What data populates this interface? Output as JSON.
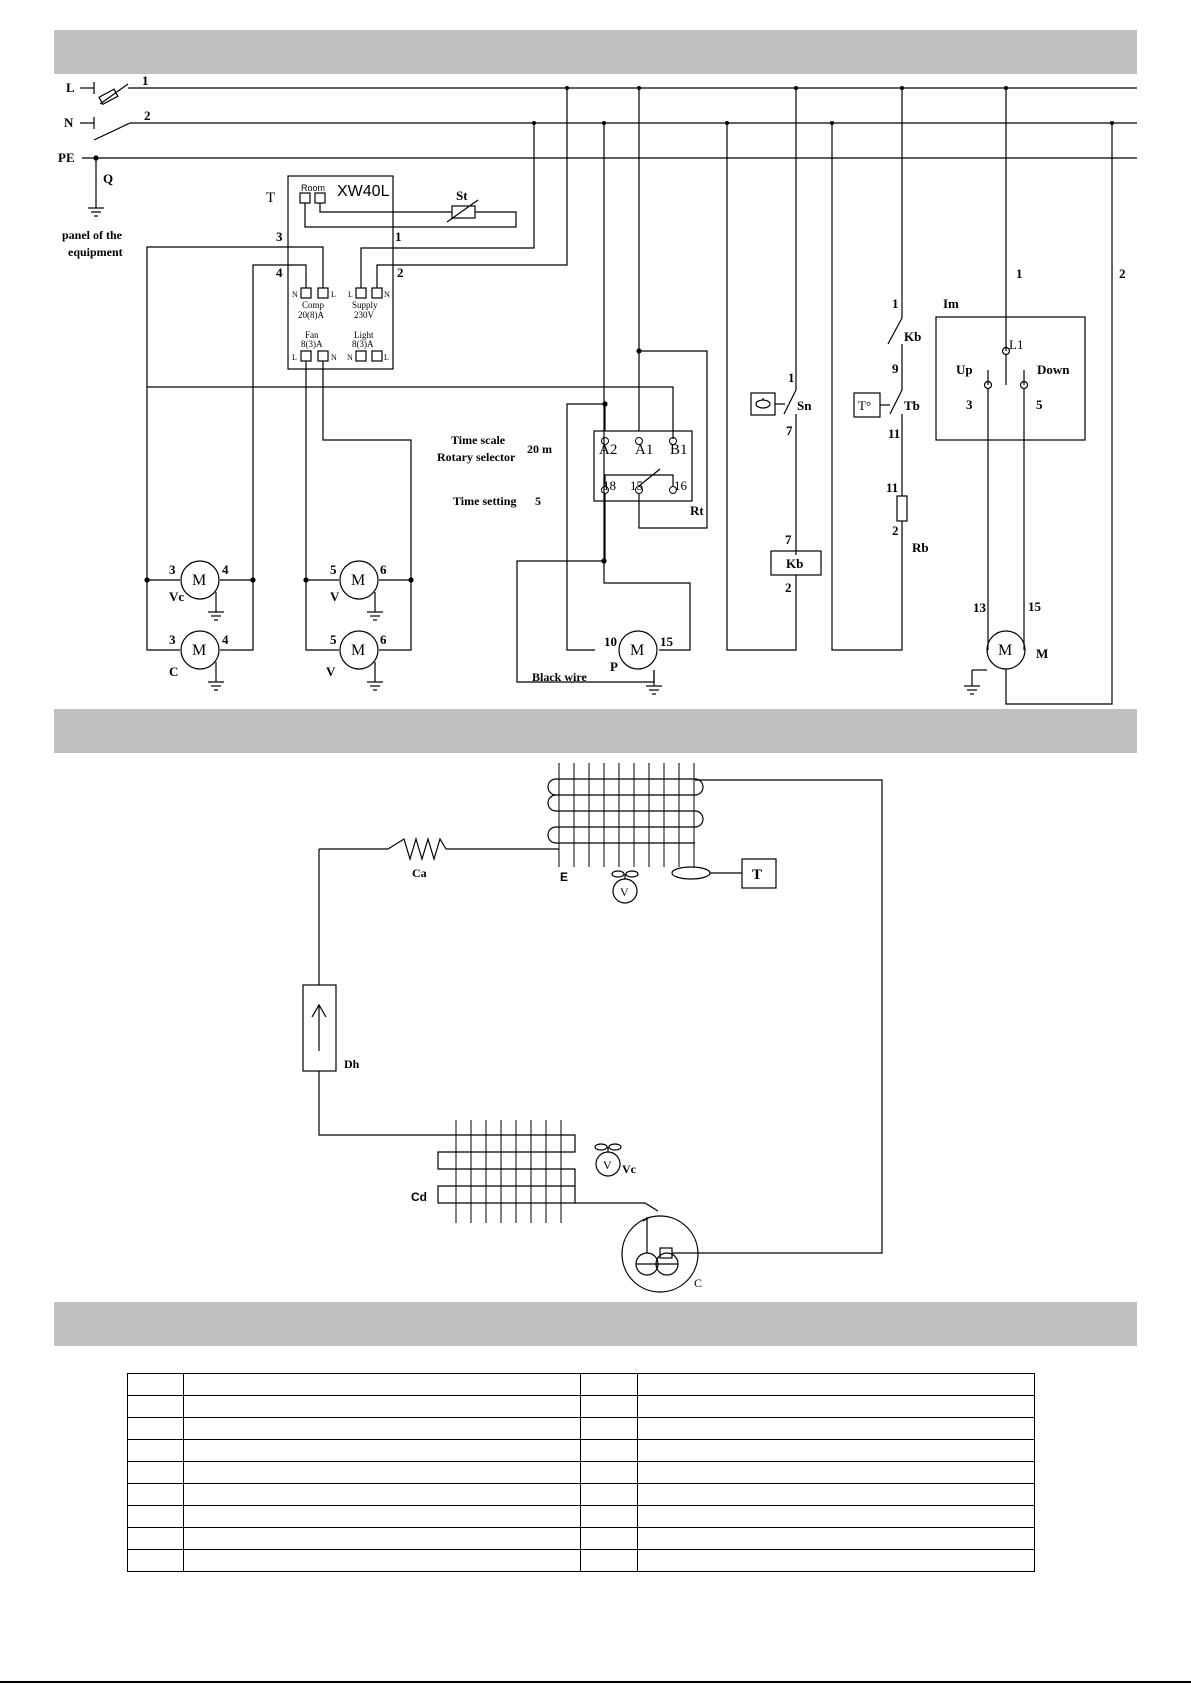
{
  "wiring": {
    "lines": {
      "l": "L",
      "n": "N",
      "pe": "PE",
      "wire1": "1",
      "wire2": "2"
    },
    "q": {
      "label": "Q",
      "panel_line1": "panel of the",
      "panel_line2": "equipment"
    },
    "controller": {
      "ref": "T",
      "model": "XW40L",
      "room": "Room",
      "st": "St",
      "n3": "3",
      "n4": "4",
      "n1": "1",
      "n2": "2",
      "comp": "Comp",
      "comp_rating": "20(8)A",
      "supply": "Supply",
      "supply_rating": "230V",
      "fan": "Fan",
      "fan_rating": "8(3)A",
      "light": "Light",
      "light_rating": "8(3)A",
      "pin_n": "N",
      "pin_l": "L"
    },
    "motors": {
      "m": "M",
      "vc": {
        "label": "Vc",
        "t1": "3",
        "t2": "4"
      },
      "c": {
        "label": "C",
        "t1": "3",
        "t2": "4"
      },
      "v1": {
        "label": "V",
        "t1": "5",
        "t2": "6"
      },
      "v2": {
        "label": "V",
        "t1": "5",
        "t2": "6"
      },
      "p": {
        "label": "P",
        "t1": "10",
        "t2": "15",
        "wire": "Black wire"
      },
      "im_motor": {
        "label": "M",
        "t1": "13",
        "t2": "15"
      }
    },
    "timer": {
      "scale_label": "Time scale",
      "scale_value": "20 m",
      "selector": "Rotary selector",
      "setting_label": "Time setting",
      "setting_value": "5",
      "a2": "A2",
      "a1": "A1",
      "b1": "B1",
      "t18": "18",
      "t15": "15",
      "t16": "16",
      "ref": "Rt"
    },
    "sn": {
      "label": "Sn",
      "t1": "1",
      "t2": "7"
    },
    "kb": {
      "label": "Kb",
      "t1": "7",
      "t2": "2"
    },
    "kb_contact": {
      "label": "Kb",
      "t1": "1",
      "t2": "9"
    },
    "tb": {
      "label": "Tb",
      "t2": "11",
      "symbol": "T°"
    },
    "rb": {
      "label": "Rb",
      "t1": "11",
      "t2": "2"
    },
    "im": {
      "label": "Im",
      "l1": "L1",
      "up": "Up",
      "down": "Down",
      "t_up": "3",
      "t_down": "5",
      "w1": "1",
      "w2": "2"
    }
  },
  "refrigeration": {
    "ca": "Ca",
    "e": "E",
    "v": "V",
    "t": "T",
    "dh": "Dh",
    "cd": "Cd",
    "vc": "Vc",
    "c": "C"
  },
  "legend_table": {
    "rows": [
      [
        "",
        "",
        "",
        ""
      ],
      [
        "",
        "",
        "",
        ""
      ],
      [
        "",
        "",
        "",
        ""
      ],
      [
        "",
        "",
        "",
        ""
      ],
      [
        "",
        "",
        "",
        ""
      ],
      [
        "",
        "",
        "",
        ""
      ],
      [
        "",
        "",
        "",
        ""
      ],
      [
        "",
        "",
        "",
        ""
      ],
      [
        "",
        "",
        "",
        ""
      ]
    ]
  }
}
